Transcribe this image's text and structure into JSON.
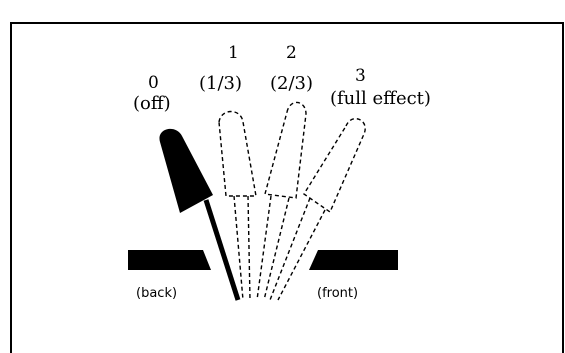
{
  "positions": [
    {
      "number": "0",
      "label": "(off)"
    },
    {
      "number": "1",
      "label": "(1/3)"
    },
    {
      "number": "2",
      "label": "(2/3)"
    },
    {
      "number": "3",
      "label": "(full effect)"
    }
  ],
  "back_label": "(back)",
  "front_label": "(front)"
}
